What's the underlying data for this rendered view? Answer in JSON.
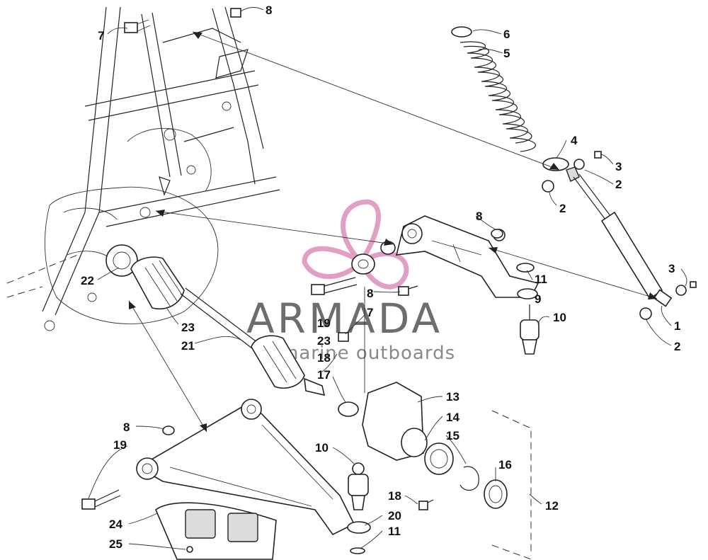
{
  "watermark": {
    "brand": "ARMADA",
    "tagline": "marine outboards",
    "color_pink": "#d77fb2",
    "color_grey": "#6d6d6d"
  },
  "callouts": [
    {
      "id": "c7a",
      "text": "7"
    },
    {
      "id": "c8a",
      "text": "8"
    },
    {
      "id": "c6",
      "text": "6"
    },
    {
      "id": "c5",
      "text": "5"
    },
    {
      "id": "c4",
      "text": "4"
    },
    {
      "id": "c3a",
      "text": "3"
    },
    {
      "id": "c2a",
      "text": "2"
    },
    {
      "id": "c2b",
      "text": "2"
    },
    {
      "id": "c8b",
      "text": "8"
    },
    {
      "id": "c3b",
      "text": "3"
    },
    {
      "id": "c11a",
      "text": "11"
    },
    {
      "id": "c9",
      "text": "9"
    },
    {
      "id": "c10a",
      "text": "10"
    },
    {
      "id": "c1",
      "text": "1"
    },
    {
      "id": "c2c",
      "text": "2"
    },
    {
      "id": "c22",
      "text": "22"
    },
    {
      "id": "c23a",
      "text": "23"
    },
    {
      "id": "c21",
      "text": "21"
    },
    {
      "id": "c8c",
      "text": "8"
    },
    {
      "id": "c7b",
      "text": "7"
    },
    {
      "id": "c19a",
      "text": "19"
    },
    {
      "id": "c23b",
      "text": "23"
    },
    {
      "id": "c18a",
      "text": "18"
    },
    {
      "id": "c17",
      "text": "17"
    },
    {
      "id": "c13",
      "text": "13"
    },
    {
      "id": "c14",
      "text": "14"
    },
    {
      "id": "c15",
      "text": "15"
    },
    {
      "id": "c16",
      "text": "16"
    },
    {
      "id": "c12",
      "text": "12"
    },
    {
      "id": "c8d",
      "text": "8"
    },
    {
      "id": "c19b",
      "text": "19"
    },
    {
      "id": "c10b",
      "text": "10"
    },
    {
      "id": "c18b",
      "text": "18"
    },
    {
      "id": "c20",
      "text": "20"
    },
    {
      "id": "c11b",
      "text": "11"
    },
    {
      "id": "c24",
      "text": "24"
    },
    {
      "id": "c25",
      "text": "25"
    }
  ]
}
